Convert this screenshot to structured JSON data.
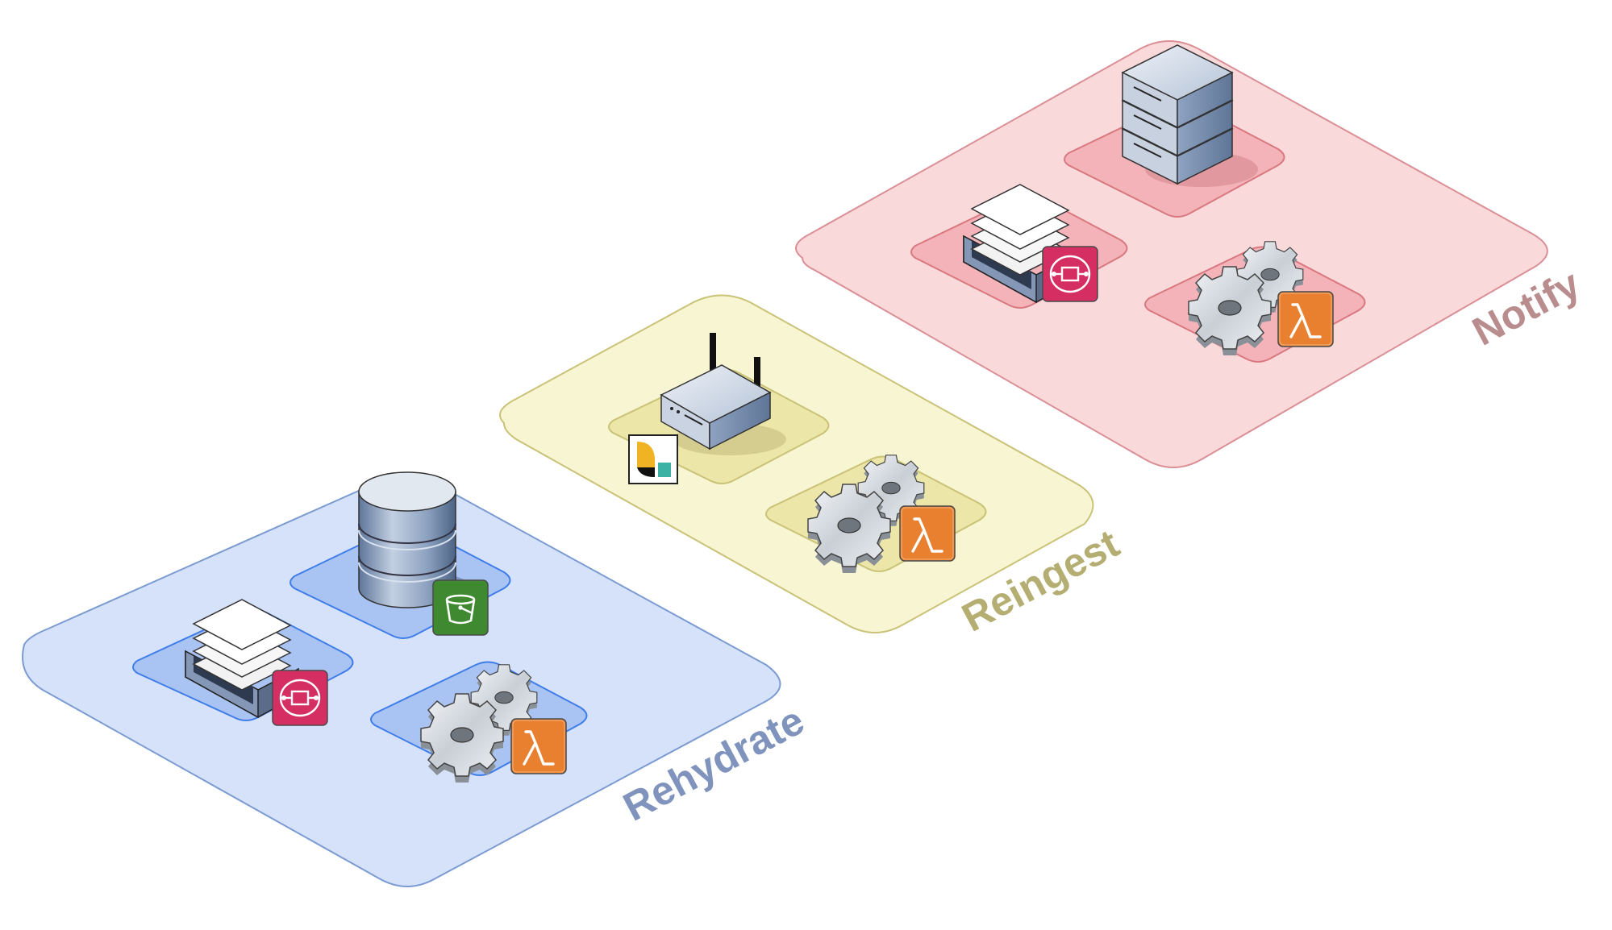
{
  "groups": {
    "rehydrate": {
      "label": "Rehydrate",
      "fill": "#d6e2fa",
      "stroke": "#7b9bd1",
      "label_color": "#7f93bd",
      "tile_fill": "#a9c3f2",
      "tile_stroke": "#3f7ee8"
    },
    "reingest": {
      "label": "Reingest",
      "fill": "#f7f5d2",
      "stroke": "#c9c277",
      "label_color": "#b5ae72",
      "tile_fill": "#ece7a8",
      "tile_stroke": "#c9c277"
    },
    "notify": {
      "label": "Notify",
      "fill": "#fad9db",
      "stroke": "#d98f95",
      "label_color": "#b98c8d",
      "tile_fill": "#f3b3b9",
      "tile_stroke": "#d9787f"
    }
  },
  "icons": {
    "queue": "sqs-queue-icon",
    "database": "s3-bucket-icon",
    "compute": "lambda-function-icon",
    "router": "elasticsearch-node-icon",
    "server": "server-stack-icon"
  },
  "colors": {
    "lambda": "#e8802f",
    "sqs": "#d52e63",
    "s3": "#3f8a30"
  }
}
